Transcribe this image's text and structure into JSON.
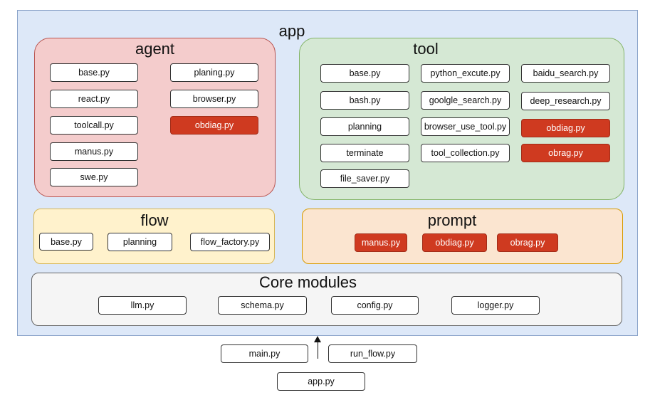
{
  "app_title": "app",
  "agent": {
    "title": "agent",
    "files": [
      "base.py",
      "react.py",
      "toolcall.py",
      "manus.py",
      "swe.py",
      "planing.py",
      "browser.py",
      "obdiag.py"
    ]
  },
  "tool": {
    "title": "tool",
    "files": [
      "base.py",
      "bash.py",
      "planning",
      "terminate",
      "file_saver.py",
      "python_excute.py",
      "goolgle_search.py",
      "browser_use_tool.py",
      "tool_collection.py",
      "baidu_search.py",
      "deep_research.py",
      "obdiag.py",
      "obrag.py"
    ]
  },
  "flow": {
    "title": "flow",
    "files": [
      "base.py",
      "planning",
      "flow_factory.py"
    ]
  },
  "prompt": {
    "title": "prompt",
    "files": [
      "manus.py",
      "obdiag.py",
      "obrag.py"
    ]
  },
  "core": {
    "title": "Core modules",
    "files": [
      "llm.py",
      "schema.py",
      "config.py",
      "logger.py"
    ]
  },
  "entry": {
    "files": [
      "main.py",
      "run_flow.py",
      "app.py"
    ]
  },
  "colors": {
    "app_bg": "#dde8f8",
    "agent_bg": "#f4cccc",
    "tool_bg": "#d5e8d4",
    "flow_bg": "#fff2cc",
    "prompt_bg": "#fbe5d0",
    "core_bg": "#f5f5f5",
    "highlight": "#cf3a20"
  }
}
